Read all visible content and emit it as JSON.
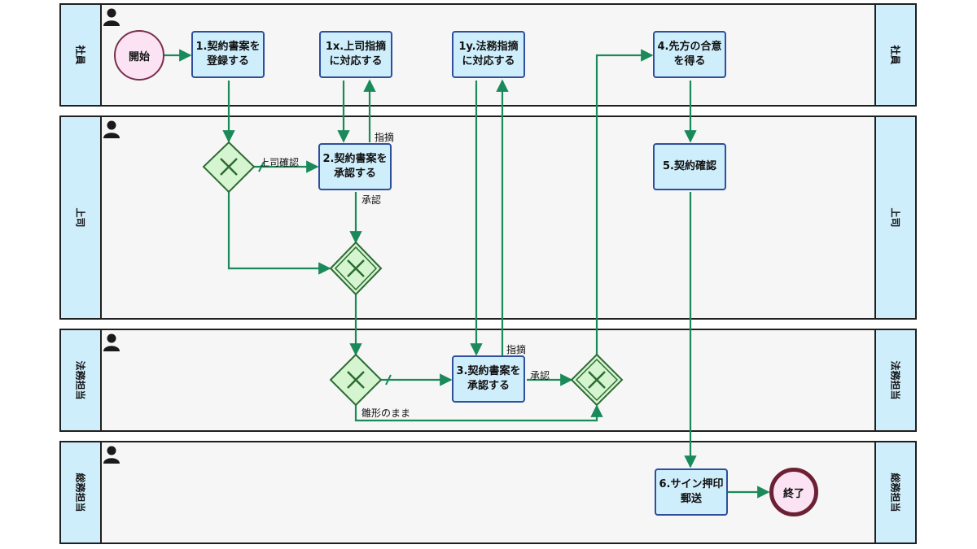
{
  "lanes": [
    {
      "id": "employee",
      "label": "社員"
    },
    {
      "id": "boss",
      "label": "上司"
    },
    {
      "id": "legal",
      "label": "法務担当"
    },
    {
      "id": "general",
      "label": "総務担当"
    }
  ],
  "start": {
    "label": "開始"
  },
  "end": {
    "label": "終了"
  },
  "tasks": {
    "t1": "1.契約書案を\n登録する",
    "t1x": "1x.上司指摘\nに対応する",
    "t1y": "1y.法務指摘\nに対応する",
    "t4": "4.先方の合意\nを得る",
    "t2": "2.契約書案を\n承認する",
    "t5": "5.契約確認",
    "t3": "3.契約書案を\n承認する",
    "t6": "6.サイン押印\n郵送"
  },
  "edge_labels": {
    "boss_check": "上司確認",
    "boss_point": "指摘",
    "boss_approve": "承認",
    "legal_point": "指摘",
    "legal_approve": "承認",
    "template_as_is": "雛形のまま"
  },
  "colors": {
    "flow": "#1a8a5a",
    "task_fill": "#cfeefc",
    "task_border": "#2d4f9c",
    "gateway_fill": "#d4f5d0",
    "gateway_border": "#2e6b34",
    "lane_label_fill": "#cfeefc"
  }
}
